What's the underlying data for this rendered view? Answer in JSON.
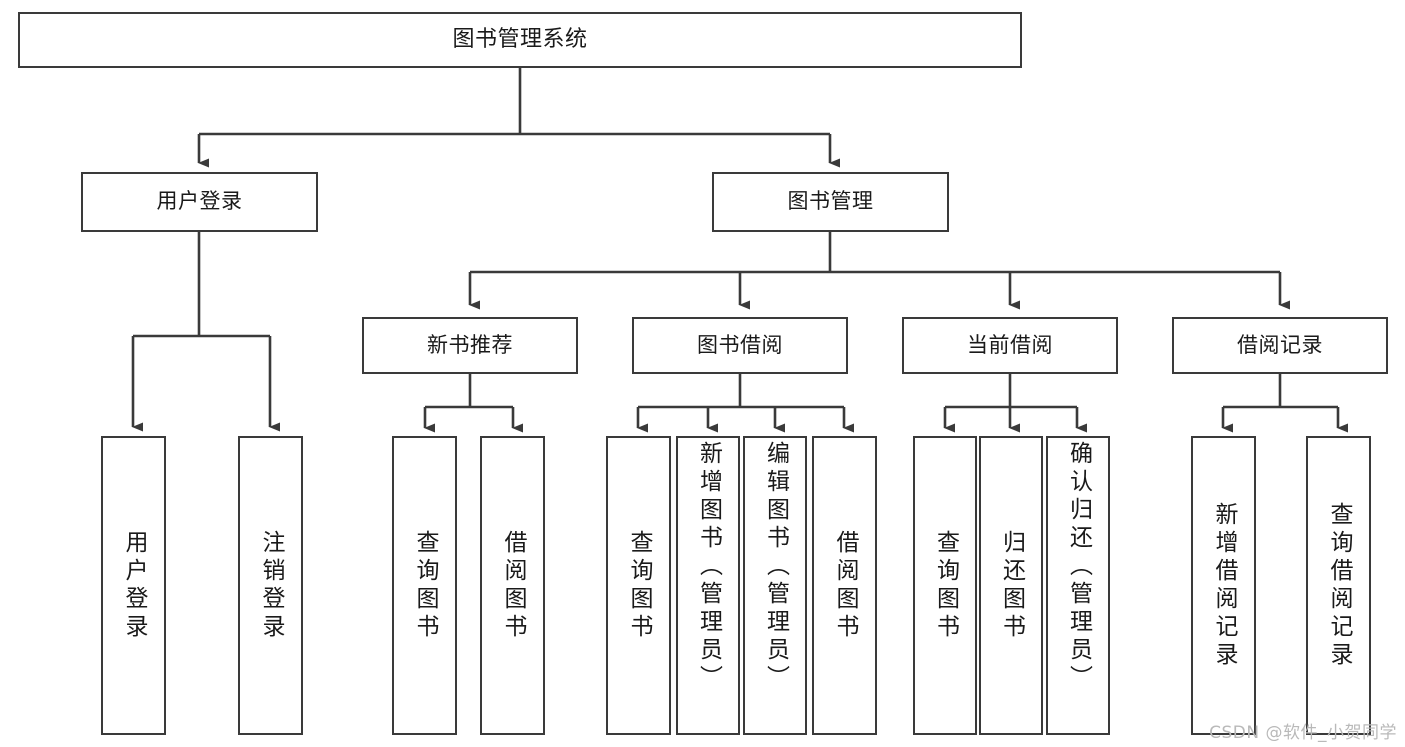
{
  "diagram": {
    "type": "tree",
    "title": "图书管理系统",
    "orientation": "top-down",
    "colors": {
      "box_border": "#3a3a3a",
      "box_fill": "#ffffff",
      "edge": "#3a3a3a",
      "text": "#1a1a1a",
      "watermark": "#b9b9b9",
      "background": "#ffffff"
    },
    "root": {
      "label": "图书管理系统"
    },
    "level1": [
      {
        "label": "用户登录"
      },
      {
        "label": "图书管理"
      }
    ],
    "level2": [
      {
        "label": "新书推荐"
      },
      {
        "label": "图书借阅"
      },
      {
        "label": "当前借阅"
      },
      {
        "label": "借阅记录"
      }
    ],
    "leaves_user_login": [
      {
        "label": "用户登录"
      },
      {
        "label": "注销登录"
      }
    ],
    "leaves_new_book": [
      {
        "label": "查询图书"
      },
      {
        "label": "借阅图书"
      }
    ],
    "leaves_borrow": [
      {
        "label": "查询图书"
      },
      {
        "label": "新增图书（管理员）"
      },
      {
        "label": "编辑图书（管理员）"
      },
      {
        "label": "借阅图书"
      }
    ],
    "leaves_current": [
      {
        "label": "查询图书"
      },
      {
        "label": "归还图书"
      },
      {
        "label": "确认归还（管理员）"
      }
    ],
    "leaves_records": [
      {
        "label": "新增借阅记录"
      },
      {
        "label": "查询借阅记录"
      }
    ]
  },
  "watermark": {
    "text": "CSDN @软件_小贺同学"
  }
}
